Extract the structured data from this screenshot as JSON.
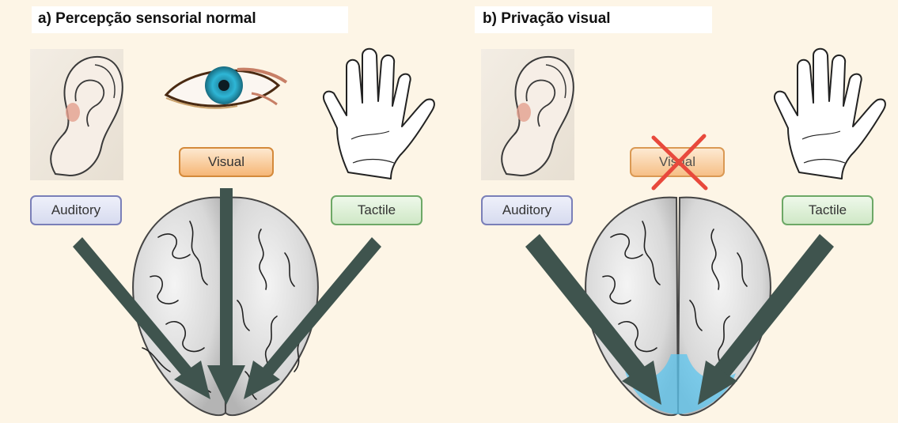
{
  "panel_a": {
    "title": "a)  Percepção sensorial normal",
    "labels": {
      "auditory": "Auditory",
      "visual": "Visual",
      "tactile": "Tactile"
    }
  },
  "panel_b": {
    "title": "b) Privação visual",
    "labels": {
      "auditory": "Auditory",
      "visual": "Visual",
      "tactile": "Tactile"
    }
  },
  "colors": {
    "background": "#fdf5e6",
    "arrow": "#3f544e",
    "cross": "#e8493c",
    "highlight": "#5cc6ef"
  }
}
